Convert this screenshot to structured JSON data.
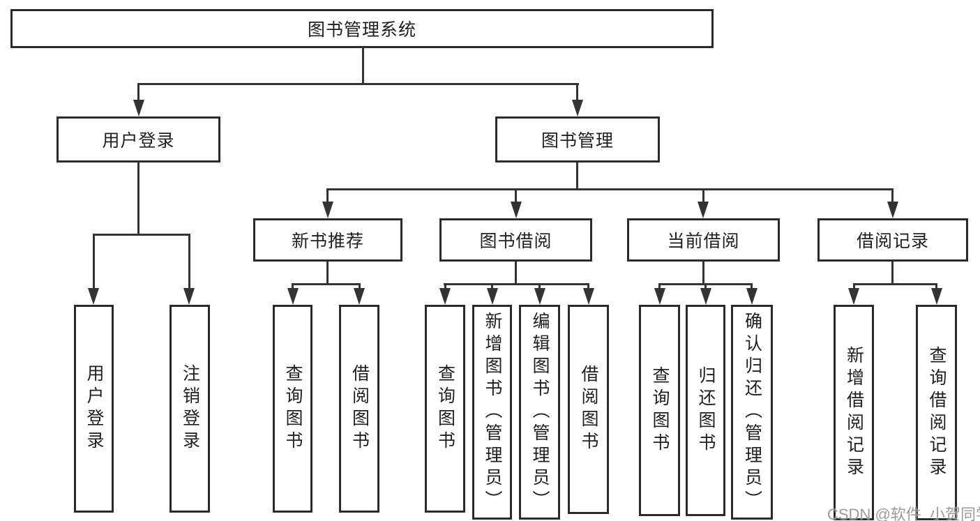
{
  "root": {
    "label": "图书管理系统"
  },
  "branches": [
    {
      "label": "用户登录",
      "children": [
        {
          "label": "用户登录"
        },
        {
          "label": "注销登录"
        }
      ]
    },
    {
      "label": "图书管理",
      "groups": [
        {
          "label": "新书推荐",
          "children": [
            {
              "label": "查询图书"
            },
            {
              "label": "借阅图书"
            }
          ]
        },
        {
          "label": "图书借阅",
          "children": [
            {
              "label": "查询图书"
            },
            {
              "label": "新增图书（管理员）"
            },
            {
              "label": "编辑图书（管理员）"
            },
            {
              "label": "借阅图书"
            }
          ]
        },
        {
          "label": "当前借阅",
          "children": [
            {
              "label": "查询图书"
            },
            {
              "label": "归还图书"
            },
            {
              "label": "确认归还（管理员）"
            }
          ]
        },
        {
          "label": "借阅记录",
          "children": [
            {
              "label": "新增借阅记录"
            },
            {
              "label": "查询借阅记录"
            }
          ]
        }
      ]
    }
  ],
  "watermark": {
    "text": "CSDN @软件_小贺同学"
  },
  "colors": {
    "line": "#333333",
    "border": "#2b2b2b",
    "text": "#1f1f1f",
    "watermark": "#8a8a8a",
    "background": "#ffffff"
  }
}
